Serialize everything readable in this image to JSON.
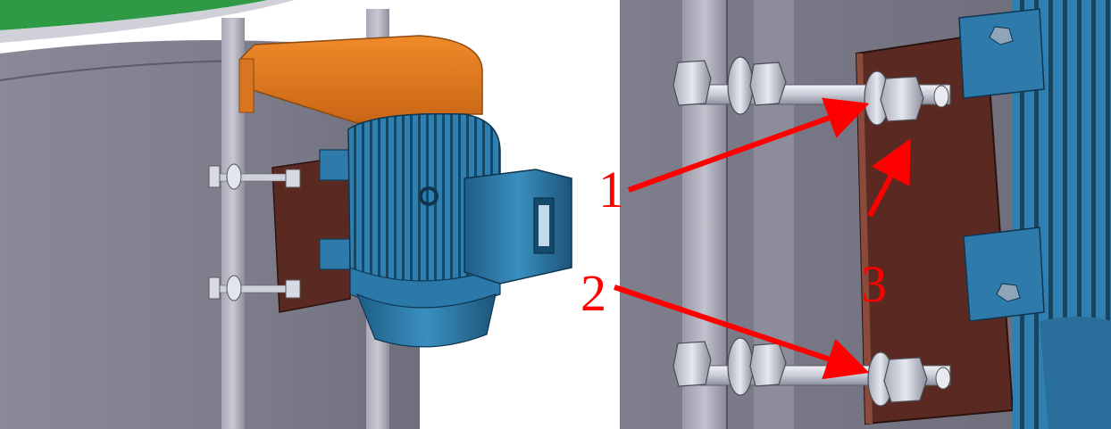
{
  "figure": {
    "left_view": {
      "description_icon": "motor-assembly-overview"
    },
    "right_view": {
      "description_icon": "motor-mount-bolt-detail"
    },
    "callouts": [
      {
        "label": "1",
        "target": "nut-and-washer-upper"
      },
      {
        "label": "2",
        "target": "nut-and-washer-lower"
      },
      {
        "label": "3",
        "target": "mounting-plate"
      }
    ],
    "colors": {
      "callout": "#ff0000",
      "motor_blue": "#2f7fb0",
      "guard_orange": "#e07a1f",
      "plate_brown": "#5a2a22",
      "frame_grey": "#8c8a9a",
      "shell_grey": "#7f7e8c"
    }
  }
}
